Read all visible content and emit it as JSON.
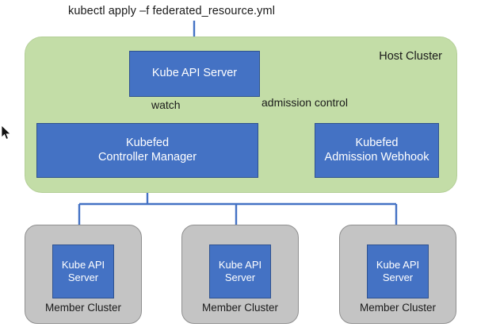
{
  "diagram": {
    "command_label": "kubectl apply –f federated_resource.yml",
    "host_cluster": {
      "label": "Host Cluster",
      "bg_color": "#c3dda7",
      "api_server": {
        "label": "Kube API Server"
      },
      "controller_manager": {
        "line1": "Kubefed",
        "line2": "Controller Manager"
      },
      "admission_webhook": {
        "line1": "Kubefed",
        "line2": "Admission Webhook"
      },
      "edges": {
        "watch": "watch",
        "admission_control": "admission control"
      }
    },
    "member_clusters": [
      {
        "label": "Member Cluster",
        "api_line1": "Kube API",
        "api_line2": "Server"
      },
      {
        "label": "Member Cluster",
        "api_line1": "Kube API",
        "api_line2": "Server"
      },
      {
        "label": "Member Cluster",
        "api_line1": "Kube API",
        "api_line2": "Server"
      }
    ],
    "colors": {
      "box_blue": "#4472c4",
      "box_blue_border": "#2f528f",
      "host_green": "#c3dda7",
      "member_gray": "#c4c4c4",
      "arrow_blue": "#4472c4",
      "text_dark": "#1a1a1a",
      "text_light": "#ffffff"
    }
  }
}
